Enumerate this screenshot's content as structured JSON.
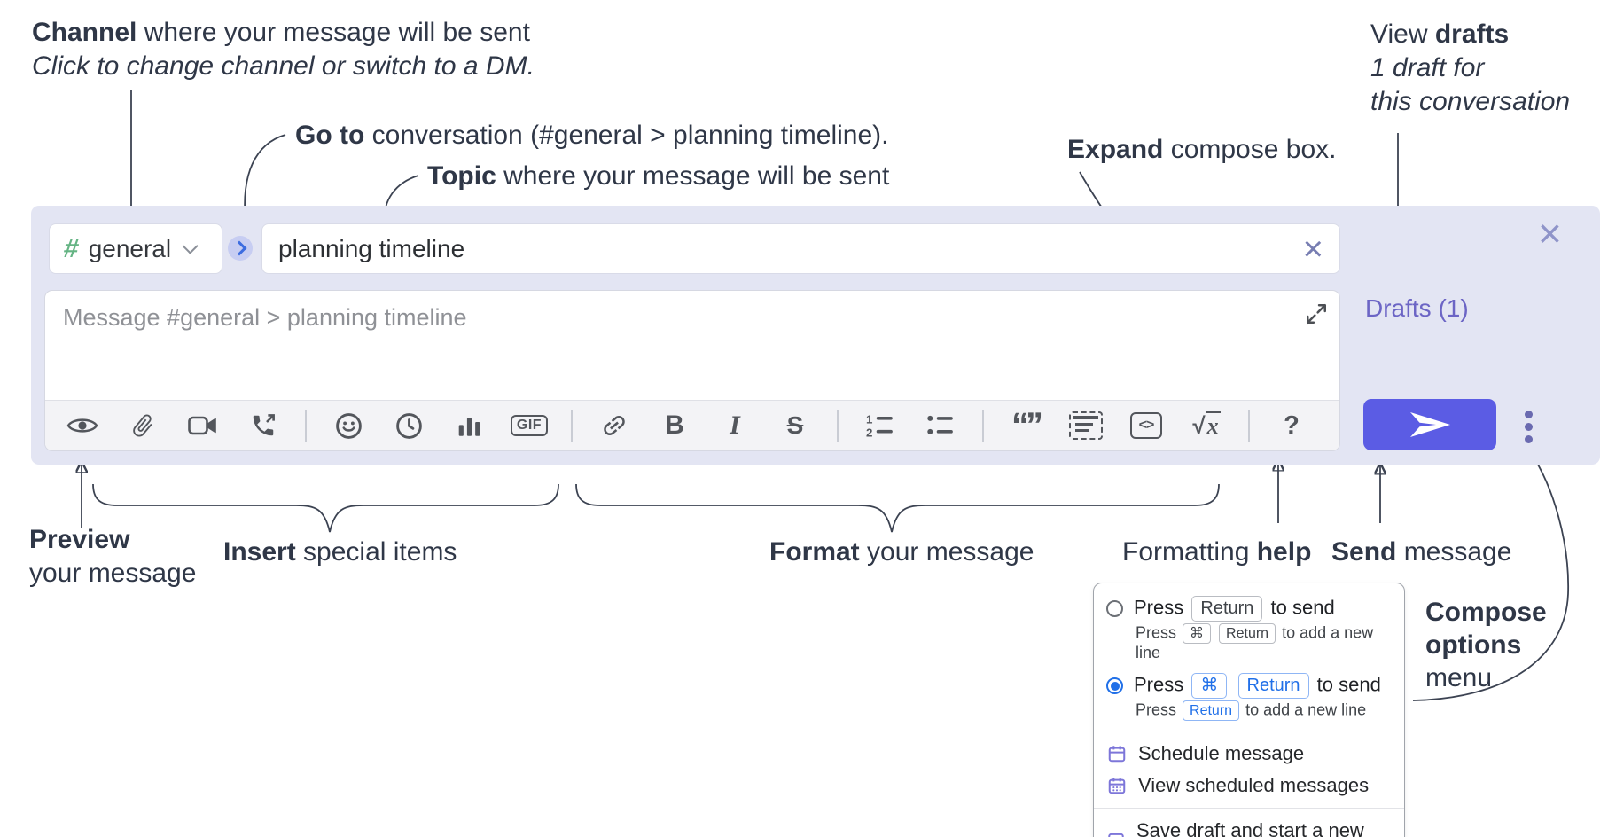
{
  "colors": {
    "annotation_text": "#2f3747",
    "compose_bg": "#e3e5f3",
    "send_button": "#5b5ce4",
    "drafts_link": "#6c65c5",
    "channel_hash_green": "#65b484",
    "goto_circle_bg": "#c7cdf2",
    "goto_chevron_blue": "#3c6ce0",
    "kbd_blue": "#2170e8",
    "popup_icon_purple": "#7d76d9",
    "toolbar_icon": "#53565c"
  },
  "annotations": {
    "channel": {
      "bold": "Channel",
      "rest": " where your message will be sent",
      "line2": "Click to change channel or switch to a DM."
    },
    "goto": {
      "bold": "Go to",
      "rest": " conversation (#general > planning timeline)."
    },
    "topic": {
      "bold": "Topic",
      "rest": " where your message will be sent"
    },
    "expand": {
      "bold": "Expand",
      "rest": " compose box."
    },
    "view_drafts": {
      "pre": "View ",
      "bold": "drafts",
      "line2": "1 draft for",
      "line3": "this conversation"
    },
    "preview": {
      "bold": "Preview",
      "line2": "your message"
    },
    "insert": {
      "bold": "Insert",
      "rest": " special items"
    },
    "format": {
      "bold": "Format",
      "rest": " your message"
    },
    "formatting_help": {
      "pre": "Formatting ",
      "bold": "help"
    },
    "send": {
      "bold": "Send",
      "rest": " message"
    },
    "compose_options": {
      "line1": "Compose",
      "line2": "options",
      "line3": "menu"
    }
  },
  "compose": {
    "channel_selector": {
      "hash": "#",
      "label": "general"
    },
    "topic_input": {
      "value": "planning timeline"
    },
    "message_input": {
      "placeholder": "Message #general > planning timeline"
    },
    "drafts_link": "Drafts (1)",
    "toolbar": {
      "icons": [
        "preview-eye",
        "attach-paperclip",
        "video-camera",
        "phone-call",
        "divider",
        "emoji-smiley",
        "global-time-clock",
        "poll-bar-chart",
        "gif",
        "divider",
        "link",
        "bold",
        "italic",
        "strikethrough",
        "divider",
        "numbered-list",
        "bulleted-list",
        "divider",
        "quote",
        "spoiler",
        "code",
        "math-latex",
        "divider",
        "help"
      ],
      "gif_label": "GIF",
      "bold_label": "B",
      "italic_label": "I",
      "strike_label": "S",
      "quote_glyph": "“”",
      "code_label": "<>",
      "math_radical": "√",
      "math_var": "x",
      "help_label": "?"
    }
  },
  "popup": {
    "option_return": {
      "press": "Press",
      "key_return": "Return",
      "suffix": "to send",
      "sub_press": "Press",
      "sub_key_cmd": "⌘",
      "sub_key_return": "Return",
      "sub_suffix": "to add a new line"
    },
    "option_cmd_return": {
      "press": "Press",
      "key_cmd": "⌘",
      "key_return": "Return",
      "suffix": "to send",
      "sub_press": "Press",
      "sub_key_return": "Return",
      "sub_suffix": "to add a new line"
    },
    "items": {
      "schedule": "Schedule message",
      "view_scheduled": "View scheduled messages",
      "save_draft": "Save draft and start a new message"
    }
  }
}
